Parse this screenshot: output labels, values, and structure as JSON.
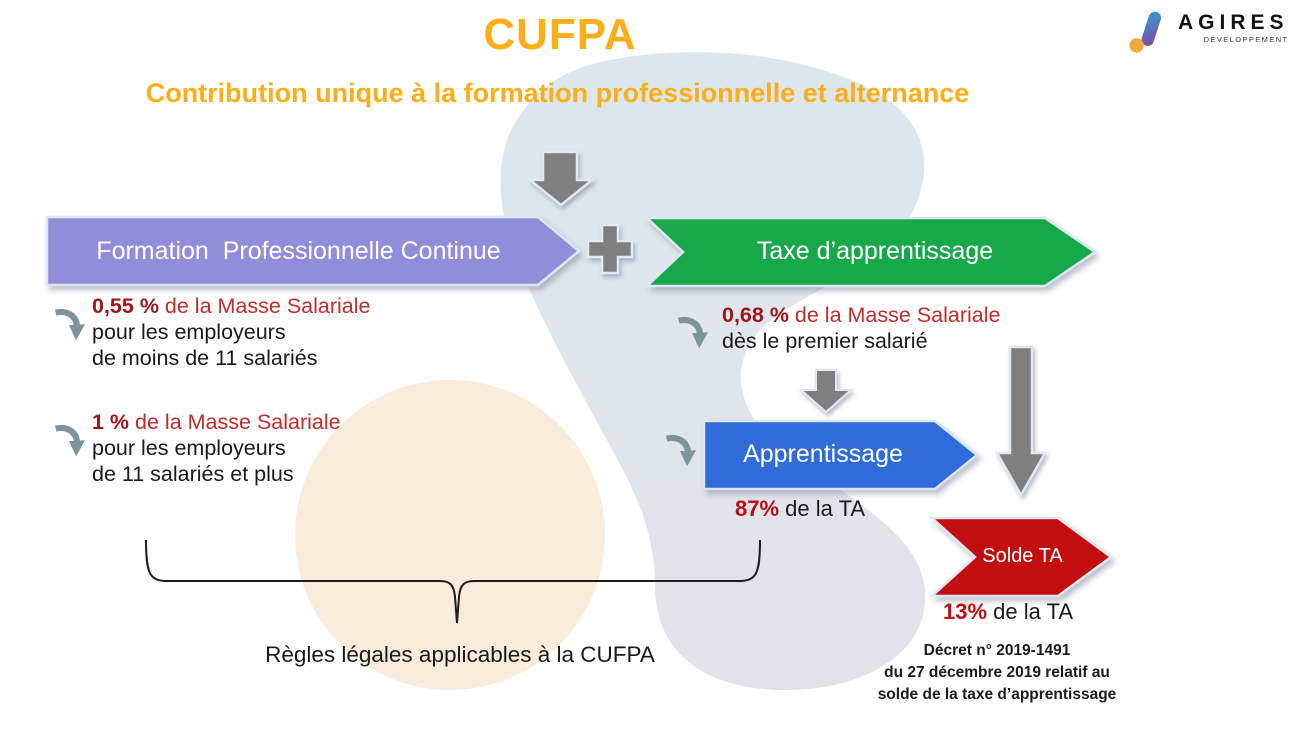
{
  "header": {
    "title": "CUFPA",
    "subtitle": "Contribution unique à la formation professionnelle et alternance"
  },
  "logo": {
    "brand": "AGIRES",
    "tagline": "DÉVELOPPEMENT"
  },
  "branches": {
    "fpc": {
      "banner": "Formation  Professionnelle Continue",
      "rates": [
        {
          "pct": "0,55 %",
          "base": "de la Masse Salariale",
          "detail1": "pour les employeurs",
          "detail2": "de moins de 11 salariés"
        },
        {
          "pct": "1 %",
          "base": "de la Masse Salariale",
          "detail1": "pour les employeurs",
          "detail2": "de 11 salariés et plus"
        }
      ]
    },
    "ta": {
      "banner": "Taxe d’apprentissage",
      "rate": {
        "pct": "0,68 %",
        "base": "de la Masse Salariale",
        "detail1": "dès le premier salarié"
      },
      "apprentissage": {
        "banner": "Apprentissage",
        "share": "87%",
        "share_suffix": "de la TA"
      },
      "solde": {
        "banner": "Solde TA",
        "share": "13%",
        "share_suffix": "de la TA",
        "decret": [
          "Décret n° 2019-1491",
          "du 27 décembre 2019 relatif au",
          "solde de la taxe d’apprentissage"
        ]
      }
    }
  },
  "footer": {
    "brace_label": "Règles légales applicables à la CUFPA"
  },
  "colors": {
    "accent_orange": "#FBAE17",
    "fpc_purple": "#908DDB",
    "ta_green": "#17A84C",
    "apprentissage_blue": "#2F6BD9",
    "solde_red": "#C20D11",
    "rate_pct_red": "#9E1519",
    "rate_base_red": "#C32A2A",
    "share_red": "#C00C10",
    "arrow_gray": "#7F7F7F"
  }
}
